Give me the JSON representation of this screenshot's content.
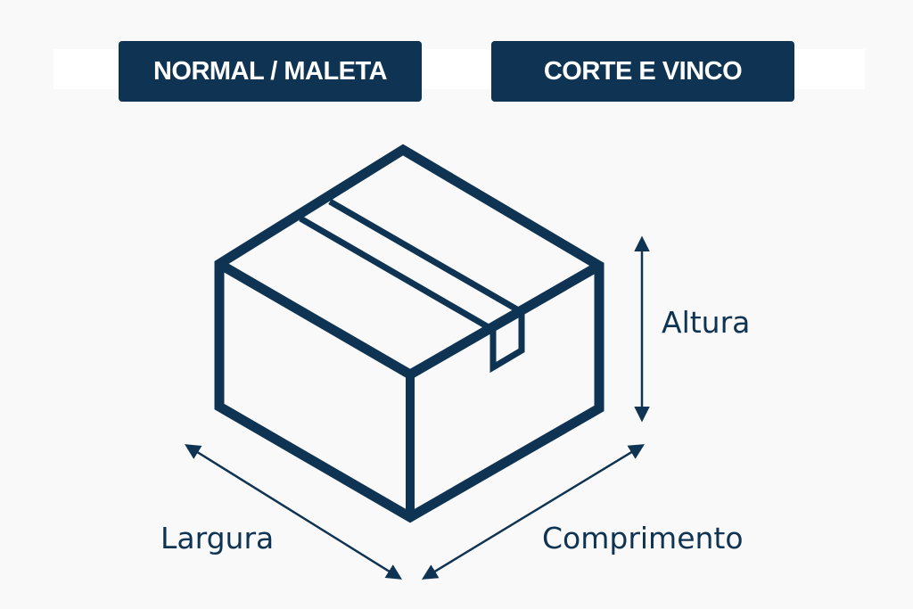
{
  "buttons": {
    "normal": "NORMAL / MALETA",
    "corte": "CORTE E VINCO"
  },
  "labels": {
    "altura": "Altura",
    "largura": "Largura",
    "comprimento": "Comprimento"
  },
  "colors": {
    "primary": "#0f3352",
    "background": "#f9f9f9"
  }
}
